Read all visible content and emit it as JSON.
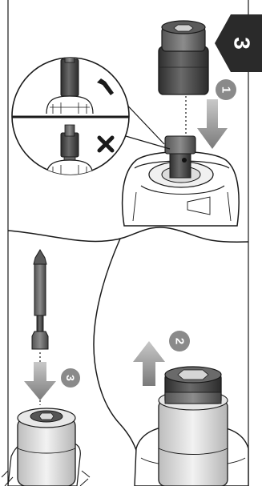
{
  "page_tab": {
    "number": "3"
  },
  "steps": [
    {
      "number": "1"
    },
    {
      "number": "2"
    },
    {
      "number": "3"
    }
  ],
  "inset": {
    "correct_symbol": "check-mark",
    "incorrect_symbol": "x-mark"
  },
  "colors": {
    "badge_fill": "#2a2a2a",
    "step_circle_fill": "#8a8a8a",
    "arrow_fill": "#8f8f8f",
    "line": "#1a1a1a",
    "socket_dark": "#4a4a4a",
    "socket_mid": "#6f6f6f",
    "socket_light": "#d9d9d9"
  }
}
